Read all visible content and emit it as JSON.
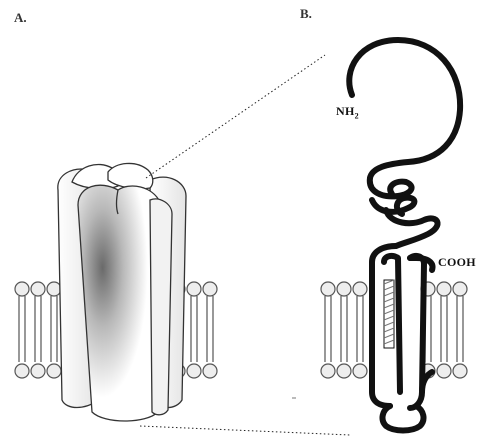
{
  "panels": {
    "a_label": "A.",
    "b_label": "B."
  },
  "terminals": {
    "n_terminus": "NH",
    "n_terminus_sub": "2",
    "c_terminus": "COOH"
  },
  "colors": {
    "protein_chain": "#111111",
    "channel_outline": "#333333",
    "lipid_head_fill": "#eeeeee",
    "lipid_outline": "#555555"
  }
}
